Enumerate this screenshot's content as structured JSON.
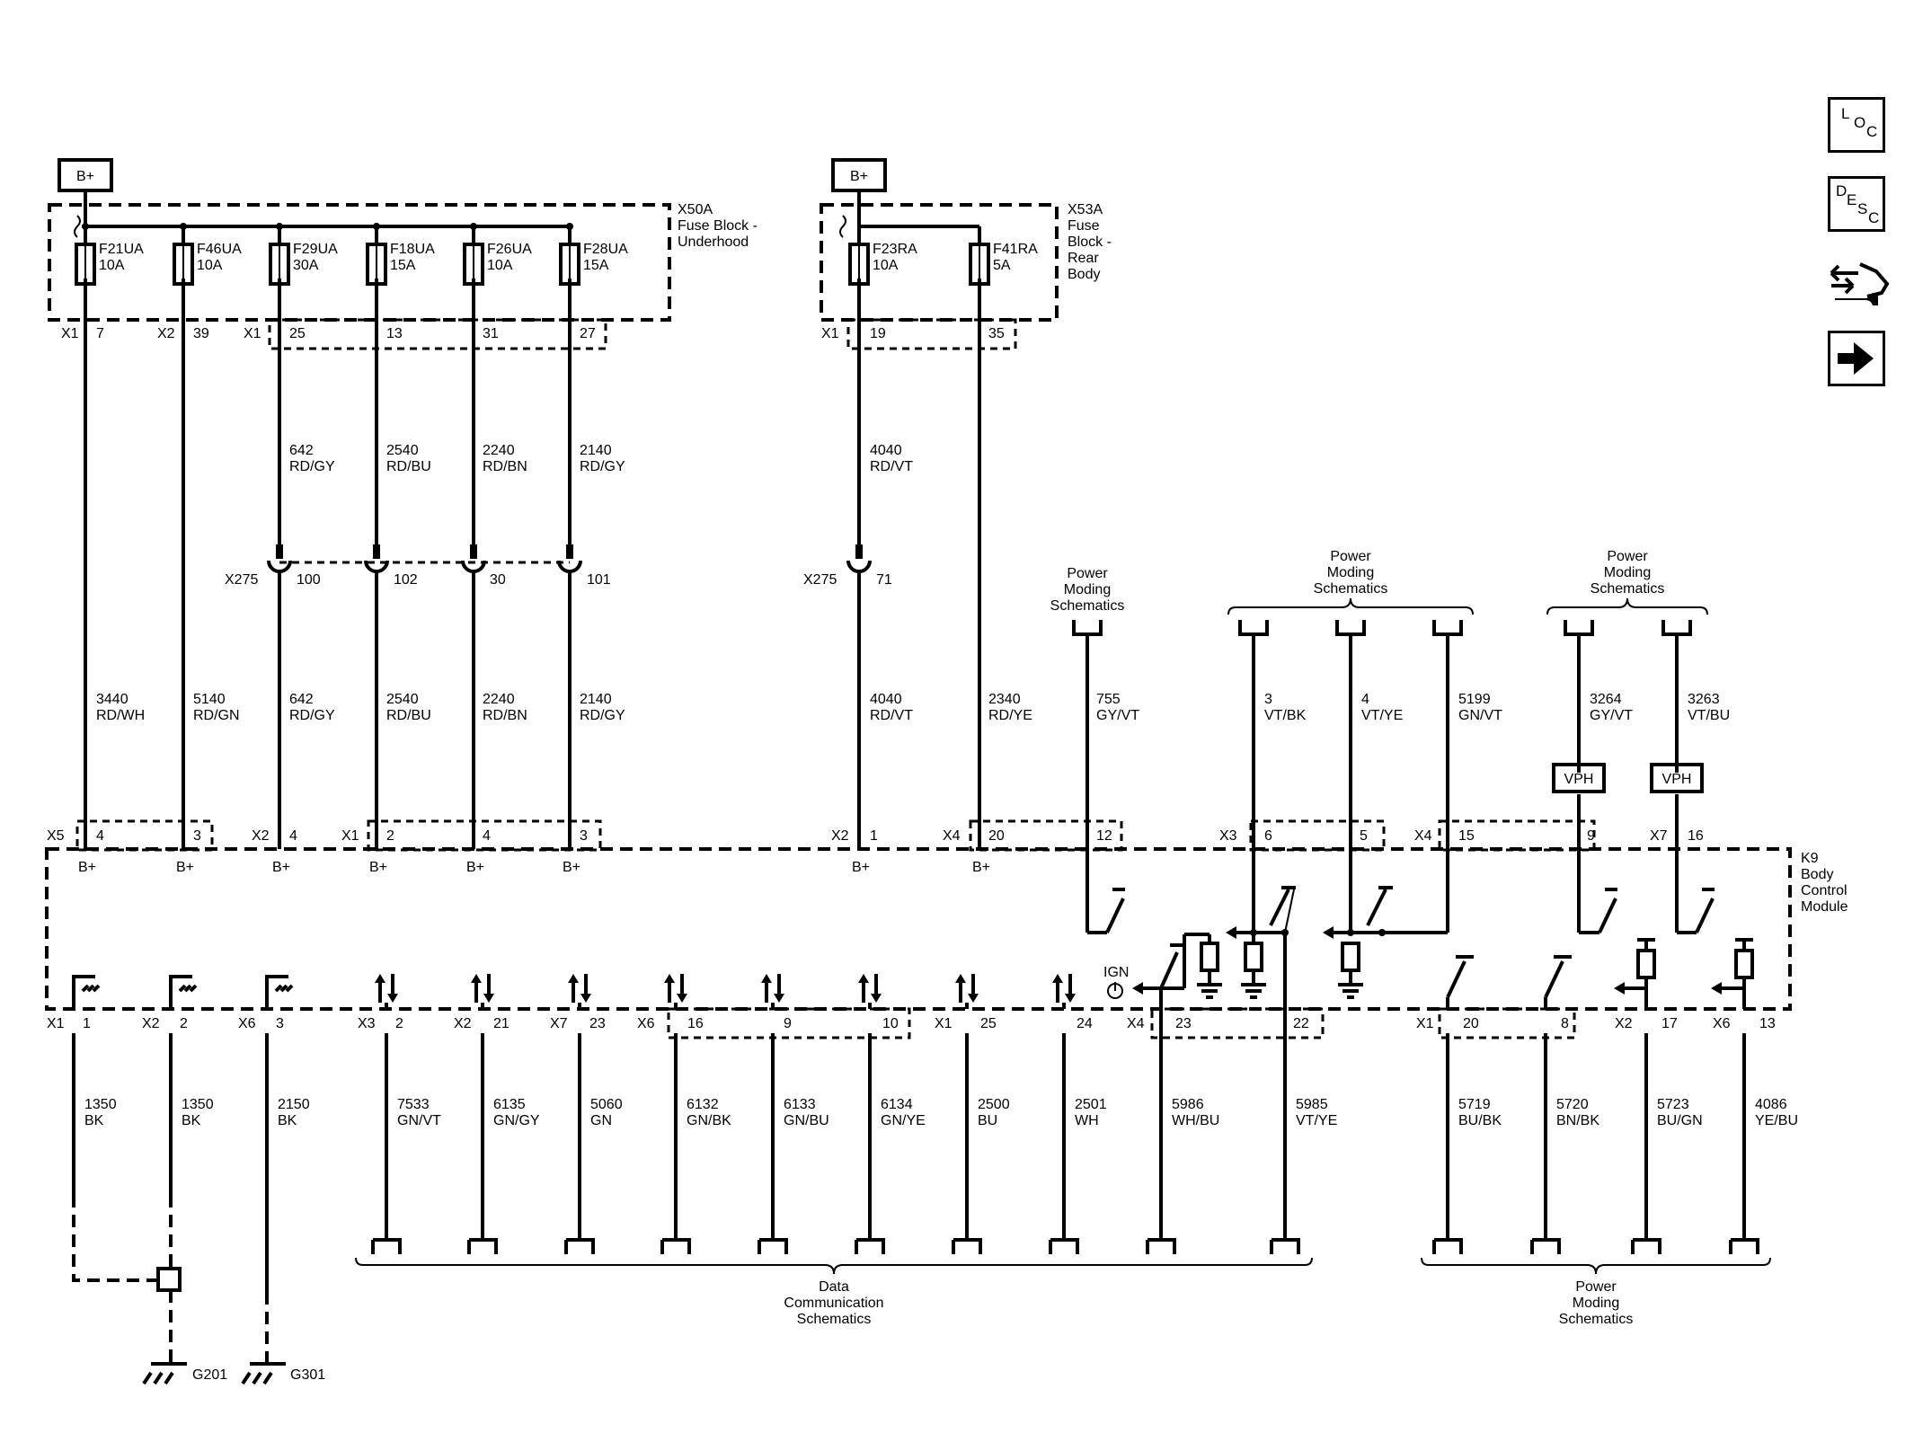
{
  "fuse_blocks": [
    {
      "id": "x50a",
      "label": [
        "X50A",
        "Fuse Block -",
        "Underhood"
      ],
      "fuses": [
        [
          "F21UA",
          "10A"
        ],
        [
          "F46UA",
          "10A"
        ],
        [
          "F29UA",
          "30A"
        ],
        [
          "F18UA",
          "15A"
        ],
        [
          "F26UA",
          "10A"
        ],
        [
          "F28UA",
          "15A"
        ]
      ],
      "connectors": [
        "X1",
        "X2",
        "X1"
      ],
      "pins": [
        "7",
        "39",
        "25",
        "13",
        "31",
        "27"
      ]
    },
    {
      "id": "x53a",
      "label": [
        "X53A",
        "Fuse",
        "Block -",
        "Rear",
        "Body"
      ],
      "fuses": [
        [
          "F23RA",
          "10A"
        ],
        [
          "F41RA",
          "5A"
        ]
      ],
      "connectors": [
        "X1"
      ],
      "pins": [
        "19",
        "35"
      ]
    }
  ],
  "battery_label": "B+",
  "upper_wires": [
    [
      "642",
      "RD/GY"
    ],
    [
      "2540",
      "RD/BU"
    ],
    [
      "2240",
      "RD/BN"
    ],
    [
      "2140",
      "RD/GY"
    ],
    [
      "4040",
      "RD/VT"
    ]
  ],
  "splice": {
    "name": "X275",
    "pins": [
      "100",
      "102",
      "30",
      "101",
      "71"
    ]
  },
  "power_moding_title": [
    "Power",
    "Moding",
    "Schematics"
  ],
  "module_wires": [
    [
      "3440",
      "RD/WH"
    ],
    [
      "5140",
      "RD/GN"
    ],
    [
      "642",
      "RD/GY"
    ],
    [
      "2540",
      "RD/BU"
    ],
    [
      "2240",
      "RD/BN"
    ],
    [
      "2140",
      "RD/GY"
    ],
    [
      "4040",
      "RD/VT"
    ],
    [
      "2340",
      "RD/YE"
    ],
    [
      "755",
      "GY/VT"
    ],
    [
      "3",
      "VT/BK"
    ],
    [
      "4",
      "VT/YE"
    ],
    [
      "5199",
      "GN/VT"
    ],
    [
      "3264",
      "GY/VT"
    ],
    [
      "3263",
      "VT/BU"
    ]
  ],
  "vph_label": "VPH",
  "module_top_connectors": [
    "X5",
    "X2",
    "X1",
    "X2",
    "X4",
    "X3",
    "X4",
    "X7"
  ],
  "module_top_pins": [
    "4",
    "3",
    "4",
    "2",
    "4",
    "3",
    "1",
    "20",
    "12",
    "6",
    "5",
    "15",
    "9",
    "16"
  ],
  "module": {
    "label": [
      "K9",
      "Body",
      "Control",
      "Module"
    ],
    "ign_label": "IGN"
  },
  "module_bottom_connectors": [
    "X1",
    "X2",
    "X6",
    "X3",
    "X2",
    "X7",
    "X6",
    "X1",
    "X4",
    "X1",
    "X2",
    "X6"
  ],
  "module_bottom_pins": [
    "1",
    "2",
    "3",
    "2",
    "21",
    "23",
    "16",
    "9",
    "10",
    "25",
    "24",
    "23",
    "22",
    "20",
    "8",
    "17",
    "13"
  ],
  "lower_wires": [
    [
      "1350",
      "BK"
    ],
    [
      "1350",
      "BK"
    ],
    [
      "2150",
      "BK"
    ],
    [
      "7533",
      "GN/VT"
    ],
    [
      "6135",
      "GN/GY"
    ],
    [
      "5060",
      "GN"
    ],
    [
      "6132",
      "GN/BK"
    ],
    [
      "6133",
      "GN/BU"
    ],
    [
      "6134",
      "GN/YE"
    ],
    [
      "2500",
      "BU"
    ],
    [
      "2501",
      "WH"
    ],
    [
      "5986",
      "WH/BU"
    ],
    [
      "5985",
      "VT/YE"
    ],
    [
      "5719",
      "BU/BK"
    ],
    [
      "5720",
      "BN/BK"
    ],
    [
      "5723",
      "BU/GN"
    ],
    [
      "4086",
      "YE/BU"
    ]
  ],
  "grounds": [
    "G201",
    "G301"
  ],
  "data_comm_title": [
    "Data",
    "Communication",
    "Schematics"
  ],
  "sidebar_buttons": [
    {
      "name": "loc-button",
      "letters": [
        "L",
        "O",
        "C"
      ]
    },
    {
      "name": "desc-button",
      "letters": [
        "D",
        "E",
        "S",
        "C"
      ]
    }
  ],
  "sidebar_icons": [
    "connector-tools-icon",
    "next-arrow-icon"
  ]
}
